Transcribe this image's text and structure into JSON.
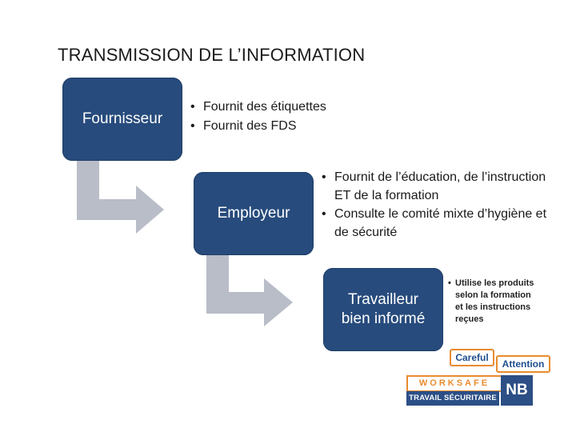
{
  "title": "TRANSMISSION DE L’INFORMATION",
  "nodes": {
    "fournisseur": "Fournisseur",
    "employeur": "Employeur",
    "travailleur_line1": "Travailleur",
    "travailleur_line2": "bien informé"
  },
  "fournisseur_bullets": [
    "Fournit des étiquettes",
    "Fournit des FDS"
  ],
  "employeur_bullets": [
    "Fournit de l’éducation, de l’instruction ET de la formation",
    "Consulte le comité mixte d’hygiène et de sécurité"
  ],
  "travailleur_bullets": [
    "Utilise les produits selon la formation et les instructions reçues"
  ],
  "logo": {
    "careful": "Careful",
    "attention": "Attention",
    "worksafe": "WORKSAFE",
    "travail": "TRAVAIL SÉCURITAIRE",
    "nb": "NB"
  },
  "colors": {
    "node_fill": "#274b7c",
    "arrow_fill": "#b9bdc8",
    "accent_orange": "#e98b2e"
  }
}
